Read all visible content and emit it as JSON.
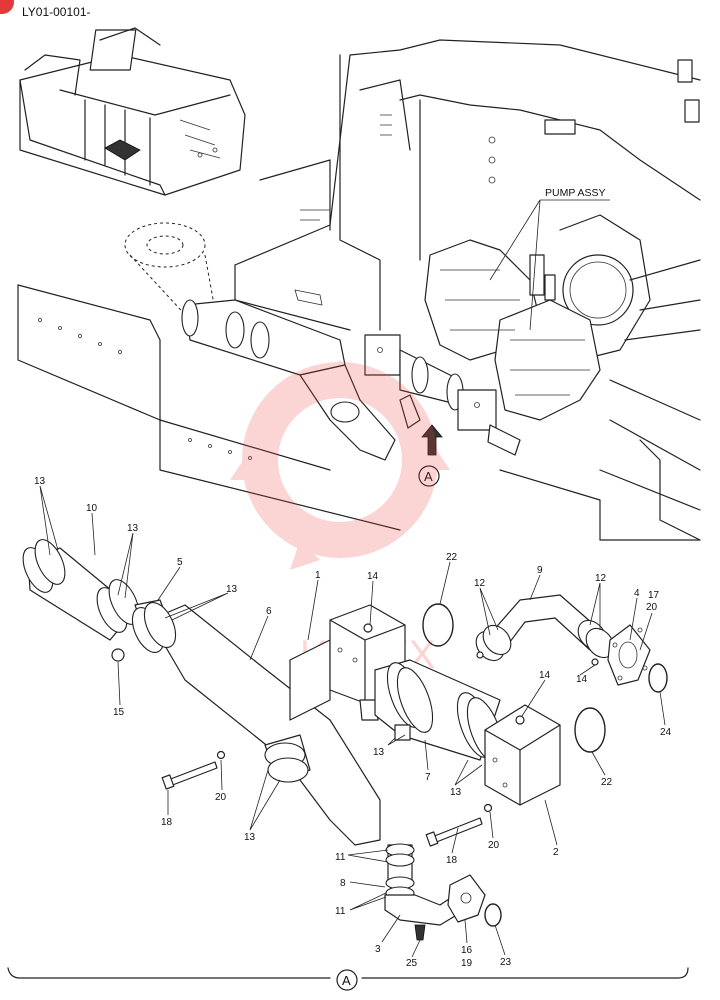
{
  "header": {
    "doc_id": "LY01-00101-"
  },
  "labels": {
    "pump_assy": "PUMP ASSY",
    "view_a_top": "A",
    "view_a_bottom": "A"
  },
  "callouts": {
    "c13a": "13",
    "c10": "10",
    "c13b": "13",
    "c5": "5",
    "c13c": "13",
    "c6": "6",
    "c1": "1",
    "c14a": "14",
    "c22a": "22",
    "c9": "9",
    "c12a": "12",
    "c12b": "12",
    "c4": "4",
    "c17": "17",
    "c20a": "20",
    "c14b": "14",
    "c24": "24",
    "c15": "15",
    "c14c": "14",
    "c13d": "13",
    "c7": "7",
    "c13e": "13",
    "c22b": "22",
    "c20b": "20",
    "c18a": "18",
    "c13f": "13",
    "c20c": "20",
    "c18b": "18",
    "c2": "2",
    "c11a": "11",
    "c8": "8",
    "c11b": "11",
    "c3": "3",
    "c16": "16",
    "c19": "19",
    "c25": "25",
    "c23": "23"
  },
  "watermark": {
    "text": "ИНТЕХ",
    "color": "#f04040"
  },
  "colors": {
    "line": "#222222",
    "marker": "#e23a3a"
  }
}
